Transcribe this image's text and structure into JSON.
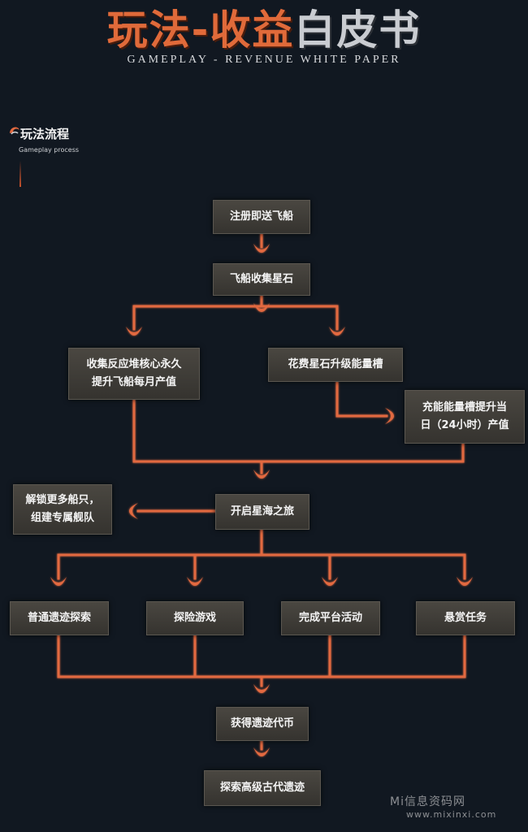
{
  "header": {
    "title_orange": "玩法-收益",
    "title_gray": "白皮书",
    "subtitle": "GAMEPLAY - REVENUE WHITE PAPER"
  },
  "section": {
    "title": "玩法流程",
    "subtitle": "Gameplay process"
  },
  "nodes": {
    "register": "注册即送飞船",
    "collect_stones": "飞船收集星石",
    "collect_core": "收集反应堆核心永久\n提升飞船每月产值",
    "spend_stones": "花费星石升级能量槽",
    "charge_slot": "充能能量槽提升当\n日（24小时）产值",
    "unlock_ships": "解锁更多船只，\n组建专属舰队",
    "start_journey": "开启星海之旅",
    "explore_relics": "普通遗迹探索",
    "adventure_games": "探险游戏",
    "platform_events": "完成平台活动",
    "bounty_tasks": "悬赏任务",
    "relic_coins": "获得遗迹代币",
    "advanced_relics": "探索高级古代遗迹"
  },
  "watermark": {
    "text": "Mi信息资码网",
    "url": "www.mixinxi.com"
  },
  "colors": {
    "connector": "#e2693f",
    "background": "#111821",
    "node": "#403d38"
  }
}
